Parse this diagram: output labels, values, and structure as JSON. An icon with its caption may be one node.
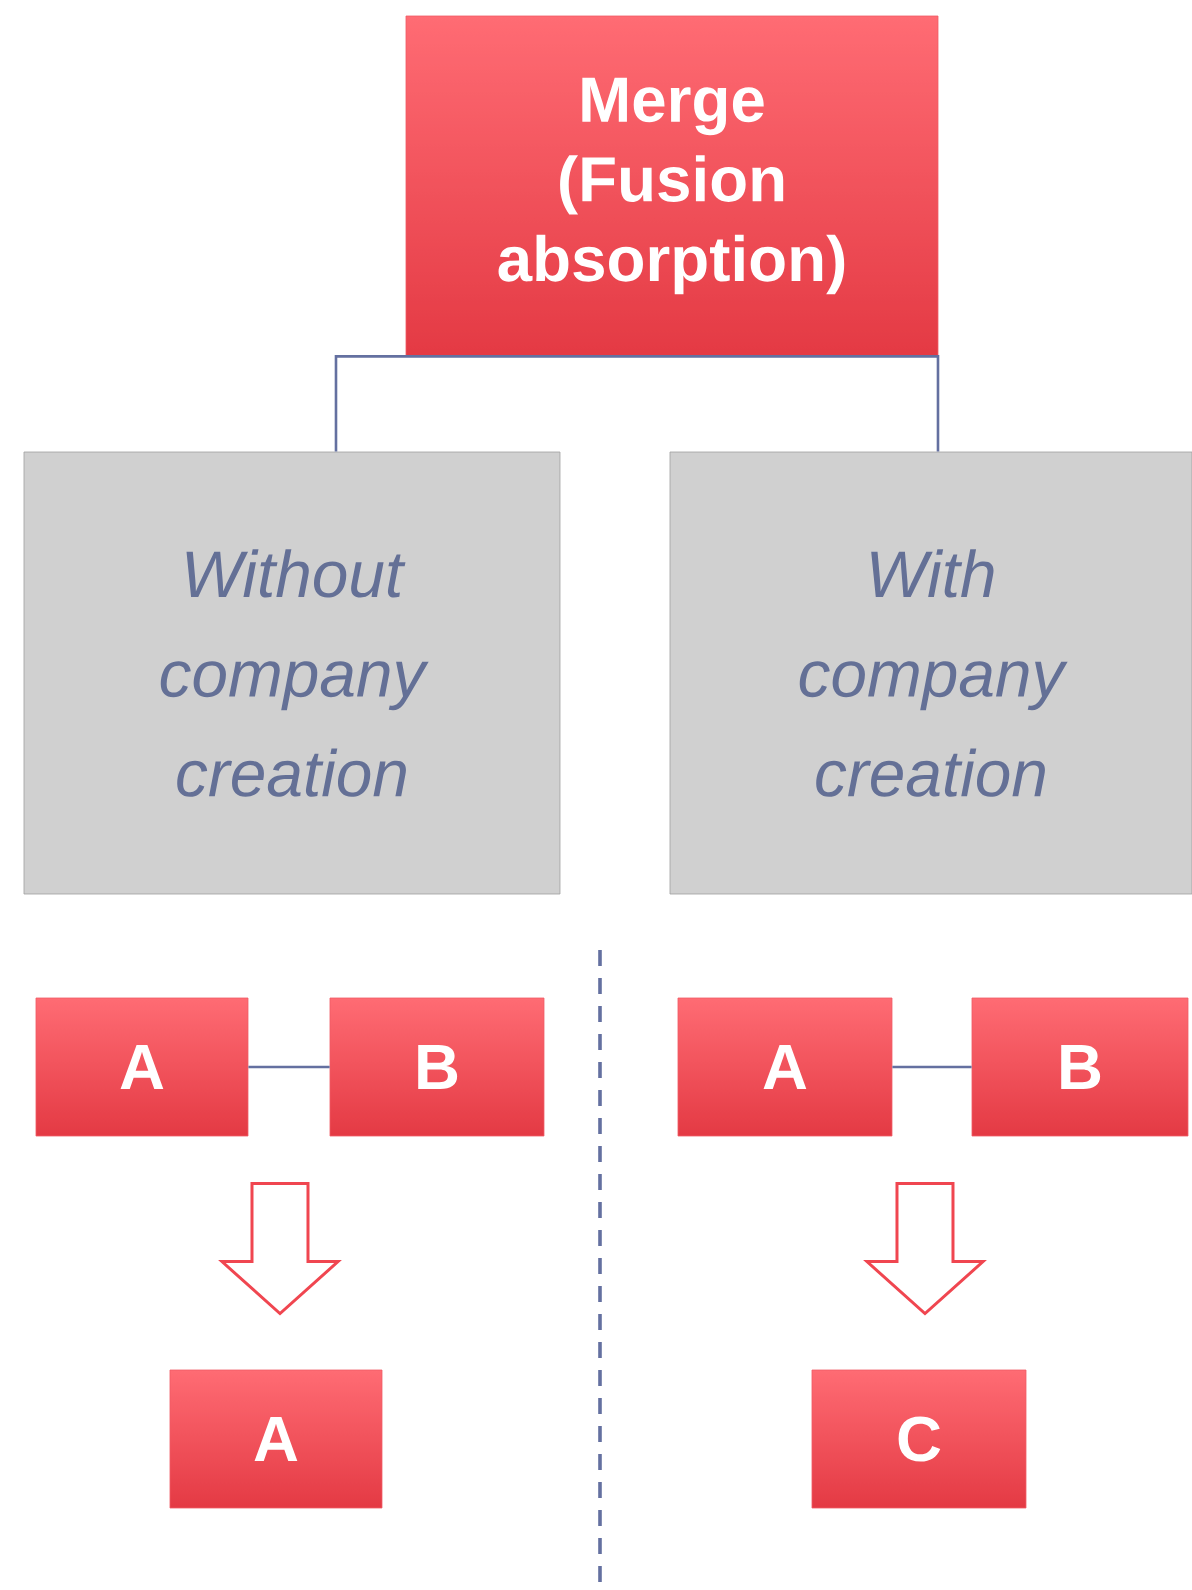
{
  "diagram": {
    "nodes": [
      {
        "text": [
          "Merge (Fusion absorption)"
        ]
      },
      {
        "text": [
          "Without company creation"
        ]
      },
      {
        "text": [
          "With company creation"
        ]
      },
      {
        "text": [
          "A"
        ]
      },
      {
        "text": [
          "B"
        ]
      },
      {
        "text": [
          "A"
        ]
      },
      {
        "text": [
          "B"
        ]
      },
      {
        "text": [
          "A"
        ]
      },
      {
        "text": [
          "C"
        ]
      }
    ],
    "edges": [
      {
        "from": 0,
        "to": 1,
        "arrow": "none"
      },
      {
        "from": 0,
        "to": 2,
        "arrow": "none"
      },
      {
        "from": 3,
        "to": 4,
        "arrow": "none"
      },
      {
        "from": 5,
        "to": 6,
        "arrow": "none"
      },
      {
        "from": null,
        "to": 7,
        "arrow": "to"
      },
      {
        "from": null,
        "to": 8,
        "arrow": "to"
      }
    ]
  }
}
